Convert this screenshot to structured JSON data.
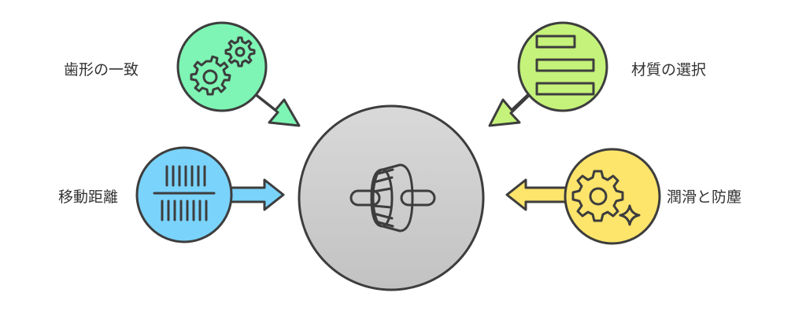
{
  "diagram": {
    "center": {
      "icon": "gear-wheel-icon",
      "fill": "#cfcfcf"
    },
    "factors": [
      {
        "label": "歯形の一致",
        "icon": "gears-icon",
        "fill": "#7ef5b4"
      },
      {
        "label": "材質の選択",
        "icon": "list-bars-icon",
        "fill": "#c5f27a"
      },
      {
        "label": "移動距離",
        "icon": "measure-lines-icon",
        "fill": "#7ad3fb"
      },
      {
        "label": "潤滑と防塵",
        "icon": "gear-sparkle-icon",
        "fill": "#fde46b"
      }
    ],
    "stroke": "#3d3d3d"
  }
}
